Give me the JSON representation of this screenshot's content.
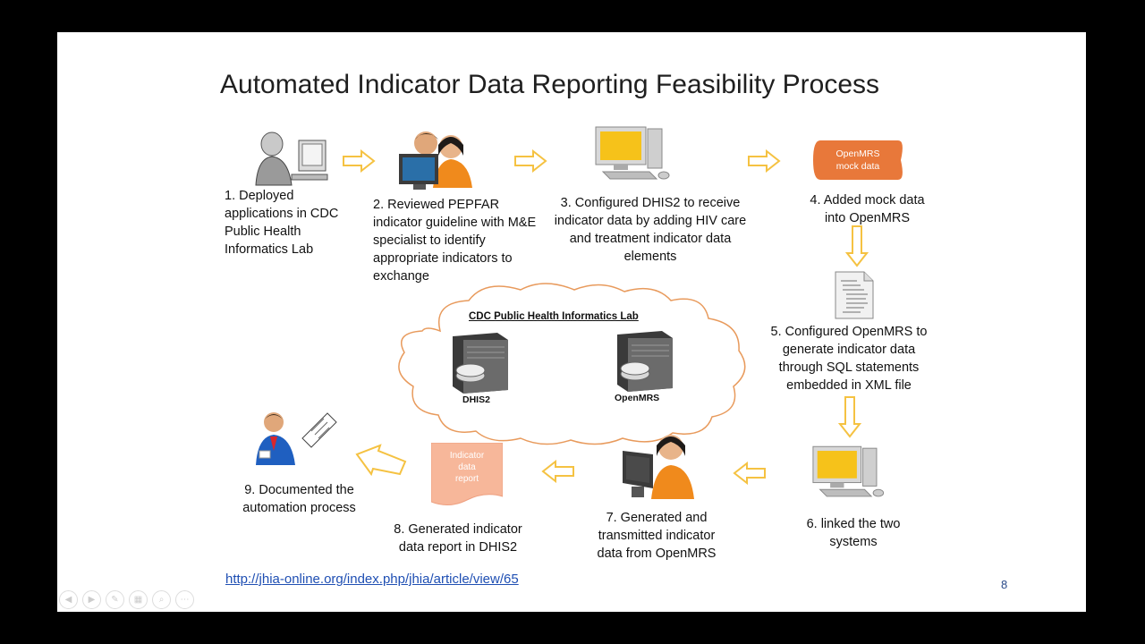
{
  "title": "Automated Indicator Data Reporting Feasibility Process",
  "steps": {
    "s1": "1. Deployed applications in CDC Public Health Informatics  Lab",
    "s2": "2. Reviewed PEPFAR indicator guideline  with M&E specialist to identify appropriate indicators to exchange",
    "s3": "3.  Configured DHIS2 to receive indicator data by adding HIV care and treatment indicator data elements",
    "s4": "4.  Added mock data into OpenMRS",
    "s5": "5.  Configured OpenMRS to generate indicator data through SQL statements embedded in XML file",
    "s6": "6.  linked the two systems",
    "s7": "7.  Generated and transmitted indicator data from OpenMRS",
    "s8": "8.  Generated indicator data report in DHIS2",
    "s9": "9.  Documented the automation process"
  },
  "cloud": {
    "title": "CDC Public Health Informatics Lab",
    "server1": "DHIS2",
    "server2": "OpenMRS"
  },
  "openmrs_pill": {
    "line1": "OpenMRS",
    "line2": "mock data"
  },
  "report_doc": {
    "line1": "Indicator",
    "line2": "data",
    "line3": "report"
  },
  "link": "http://jhia-online.org/index.php/jhia/article/view/65",
  "page_number": "8",
  "colors": {
    "arrow": "#f5c242",
    "cloud": "#e89a5c",
    "pill": "#e8783a",
    "report": "#f7b79a"
  }
}
